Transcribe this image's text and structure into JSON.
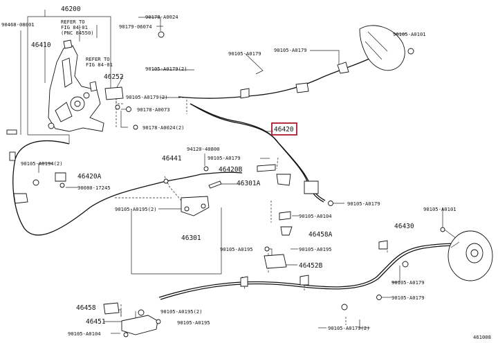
{
  "labels": {
    "p46200": "46200",
    "p46410": "46410",
    "ref1": "REFER TO",
    "ref1b": "FIG 84-01",
    "ref1c": "(PNC 84550)",
    "ref2": "REFER TO",
    "ref2b": "FIG 84-01",
    "p46252": "46252",
    "p46420": "46420",
    "p46441": "46441",
    "p46420b": "46420B",
    "p46301a": "46301A",
    "p46420a": "46420A",
    "p46301": "46301",
    "p46458a": "46458A",
    "p46452b": "46452B",
    "p46430": "46430",
    "p46458": "46458",
    "p46451": "46451",
    "n90468": "90468-08001",
    "n90178_24a": "90178-A0024",
    "n90179_6074": "90179-06074",
    "n90105_179a": "90105-A0179",
    "n90105_179b": "90105-A0179",
    "n90105_101a": "90105-A0101",
    "n90105_1792a": "90105-A0179(2)",
    "n90105_1792b": "90105-A0179(2)",
    "n90178_73": "90178-A0073",
    "n90178_242": "90178-A0024(2)",
    "n94120": "94120-40800",
    "n90105_179c": "90105-A0179",
    "n90105_1942": "90105-A0194(2)",
    "n90080": "90080-17245",
    "n90105_1952a": "90105-A0195(2)",
    "n90105_179d": "90105-A0179",
    "n90105_104a": "90105-A0104",
    "n90105_195a": "90105-A0195",
    "n90105_195b": "90105-A0195",
    "n90105_101b": "90105-A0101",
    "n90105_179e": "90105-A0179",
    "n90105_179f": "90105-A0179",
    "n90105_1952b": "90105-A0195(2)",
    "n90105_195c": "90105-A0195",
    "n90105_104b": "90105-A0104",
    "n90105_1792c": "90105-A0179(2)",
    "fig_id": "461008"
  },
  "highlight": {
    "part": "46420",
    "color": "#b0182a"
  }
}
